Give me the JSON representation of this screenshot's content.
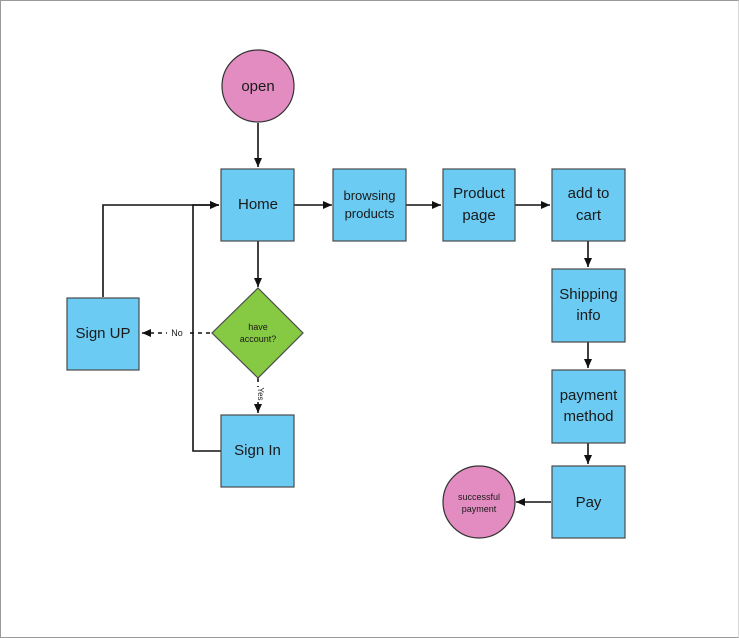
{
  "nodes": {
    "open": "open",
    "home": "Home",
    "browsing_1": "browsing",
    "browsing_2": "products",
    "product_1": "Product",
    "product_2": "page",
    "cart_1": "add to",
    "cart_2": "cart",
    "shipping_1": "Shipping",
    "shipping_2": "info",
    "payment_1": "payment",
    "payment_2": "method",
    "pay": "Pay",
    "success_1": "successful",
    "success_2": "payment",
    "have_1": "have",
    "have_2": "account?",
    "signup": "Sign UP",
    "signin": "Sign In"
  },
  "edge_labels": {
    "no": "No",
    "yes": "Yes"
  },
  "colors": {
    "process": "#6bcbf3",
    "terminal": "#e38cc1",
    "decision": "#86c943"
  }
}
